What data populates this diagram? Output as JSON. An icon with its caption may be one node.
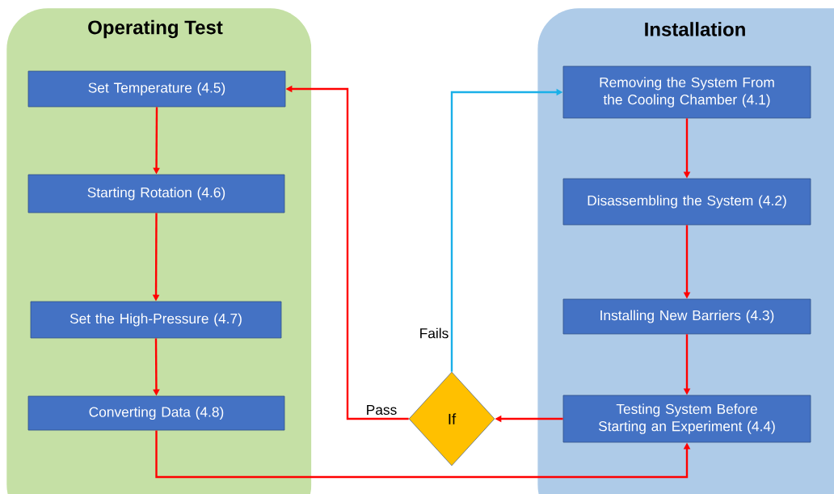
{
  "diagram": {
    "nodes": [
      {
        "text": [
          "Operating Test"
        ]
      },
      {
        "text": [
          "Set Temperature (4.5)"
        ],
        "in": 0
      },
      {
        "text": [
          "Starting Rotation (4.6)"
        ],
        "in": 0
      },
      {
        "text": [
          "Set the High-Pressure (4.7)"
        ],
        "in": 0
      },
      {
        "text": [
          "Converting Data (4.8)"
        ],
        "in": 0
      },
      {
        "text": [
          "Installation"
        ]
      },
      {
        "text": [
          "Removing the System From the Cooling Chamber (4.1)"
        ],
        "in": 5
      },
      {
        "text": [
          "Disassembling the System (4.2)"
        ],
        "in": 5
      },
      {
        "text": [
          "Installing New Barriers (4.3)"
        ],
        "in": 5
      },
      {
        "text": [
          "Testing System Before Starting an Experiment (4.4)"
        ],
        "in": 5
      },
      {
        "text": [
          "If"
        ]
      }
    ],
    "edges": [
      {
        "from": 1,
        "to": 2,
        "arrow": "to"
      },
      {
        "from": 2,
        "to": 3,
        "arrow": "to"
      },
      {
        "from": 3,
        "to": 4,
        "arrow": "to"
      },
      {
        "from": 4,
        "to": 9,
        "arrow": "to"
      },
      {
        "from": 6,
        "to": 7,
        "arrow": "to"
      },
      {
        "from": 7,
        "to": 8,
        "arrow": "to"
      },
      {
        "from": 8,
        "to": 9,
        "arrow": "to"
      },
      {
        "from": 9,
        "to": 10,
        "arrow": "to"
      },
      {
        "from": 10,
        "to": 1,
        "arrow": "to",
        "label": "Pass"
      },
      {
        "from": 10,
        "to": 6,
        "arrow": "to",
        "label": "Fails",
        "color": "#1ab0e8"
      }
    ]
  }
}
